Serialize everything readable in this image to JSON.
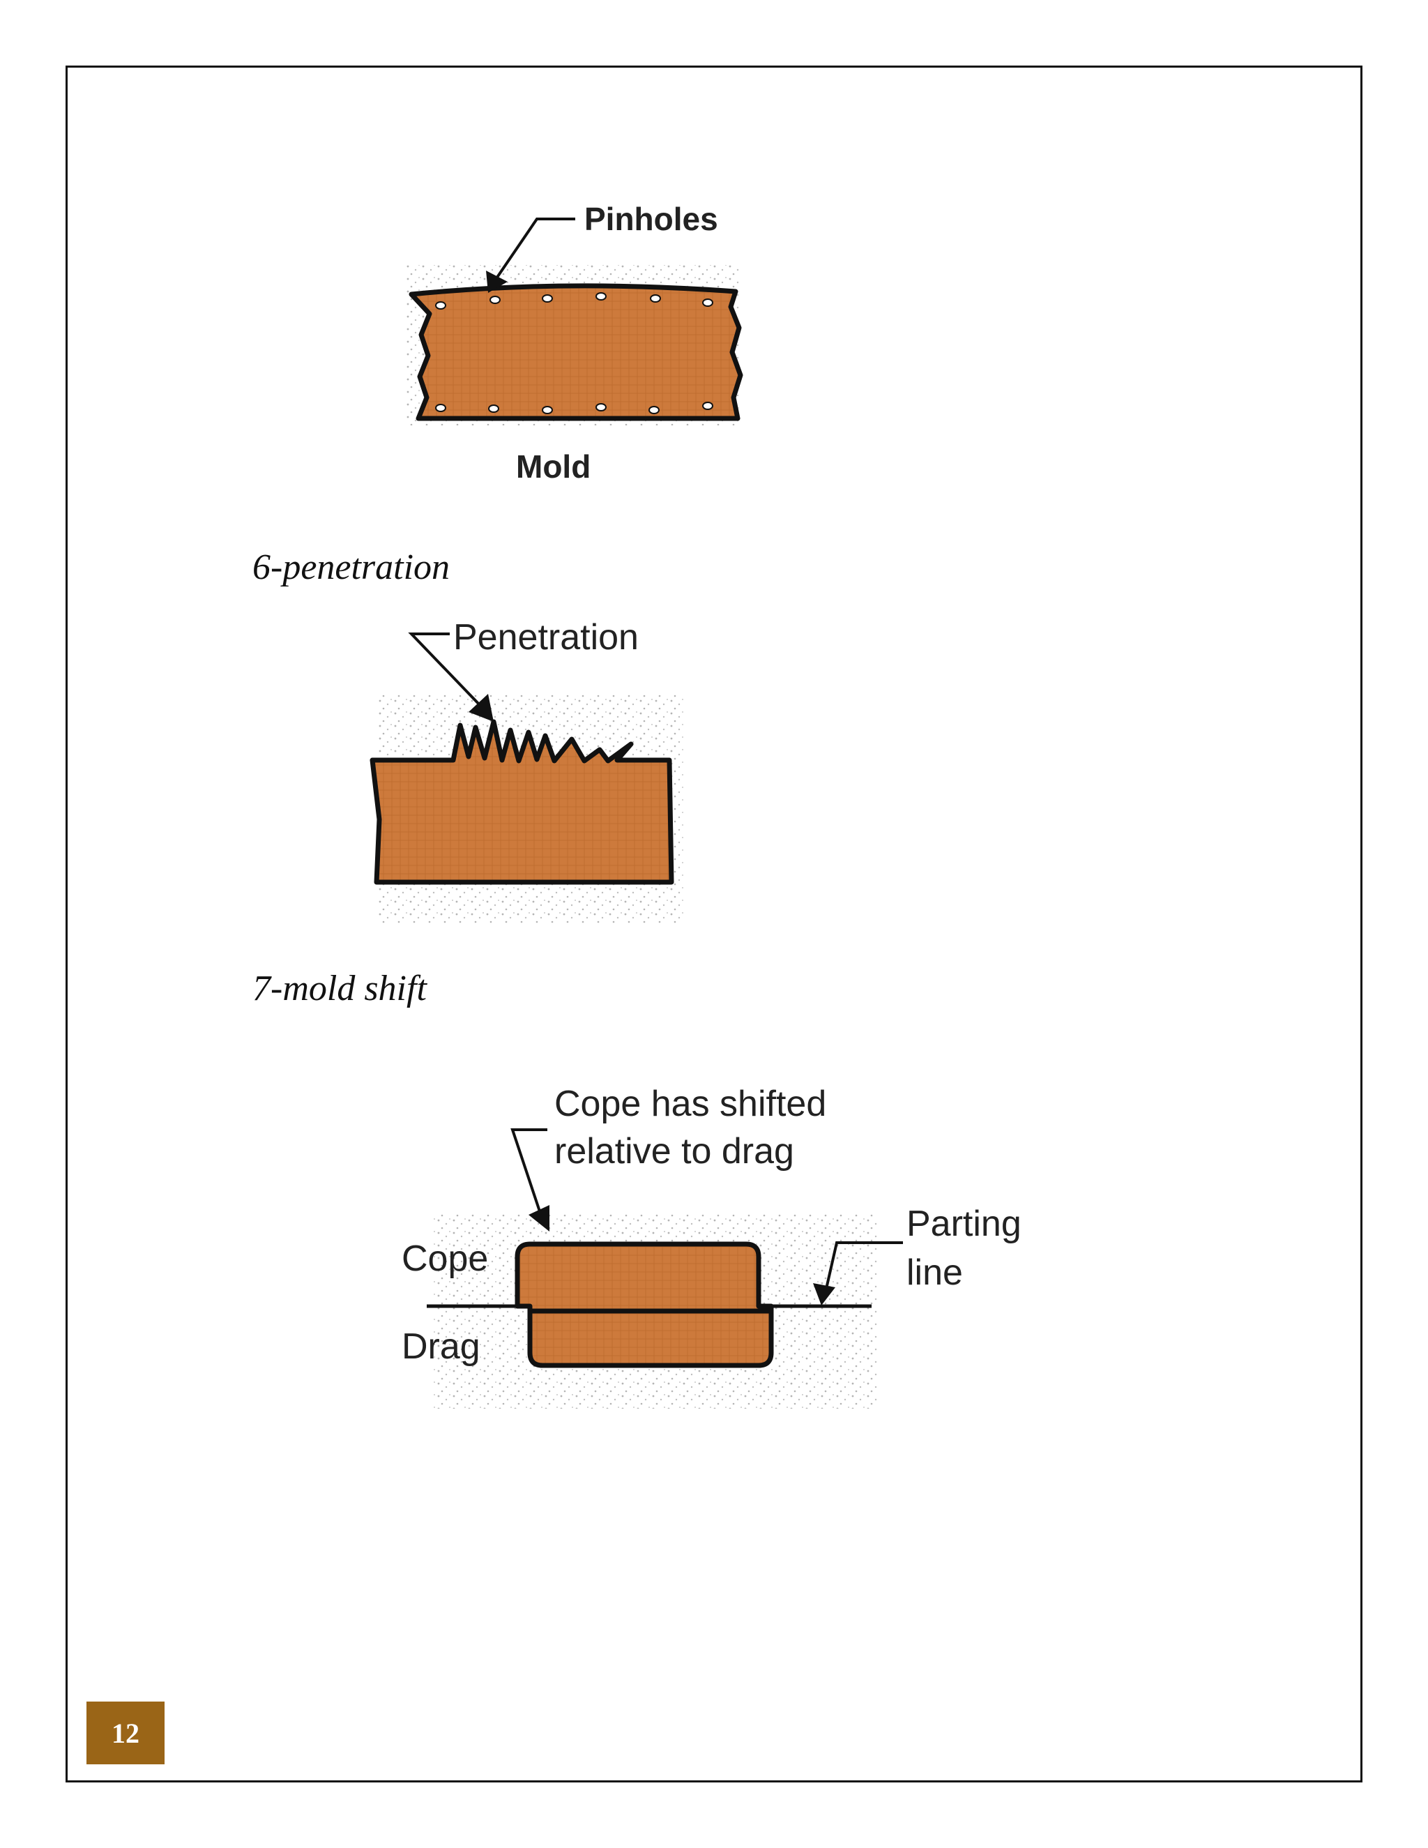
{
  "figures": {
    "pinholes": {
      "label_top": "Pinholes",
      "label_bottom": "Mold"
    },
    "penetration": {
      "heading": "6-penetration",
      "label": "Penetration"
    },
    "mold_shift": {
      "heading": "7-mold shift",
      "callout_line1": "Cope has shifted",
      "callout_line2": "relative to drag",
      "cope_label": "Cope",
      "drag_label": "Drag",
      "parting_line1": "Parting",
      "parting_line2": "line"
    }
  },
  "page_number": "12",
  "colors": {
    "metal": "#cd7a3c",
    "outline": "#111111",
    "page_badge": "#9a6517"
  }
}
